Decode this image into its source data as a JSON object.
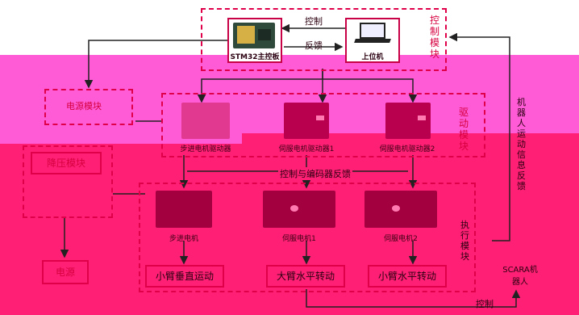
{
  "control_module": {
    "title": "控制模块",
    "mcu_label": "STM32主控板",
    "pc_label": "上位机",
    "control_arrow_label": "控制",
    "feedback_arrow_label": "反馈"
  },
  "power": {
    "module_label": "电源模块",
    "step_down_label": "降压模块",
    "source_label": "电源"
  },
  "drive_module": {
    "title": "驱动模块",
    "stepper_driver_label": "步进电机驱动器",
    "servo_driver_1_label": "伺服电机驱动器1",
    "servo_driver_2_label": "伺服电机驱动器2",
    "encoder_feedback_label": "控制与编码器反馈"
  },
  "execution_module": {
    "title": "执行模块",
    "stepper_motor_label": "步进电机",
    "servo_motor_1_label": "伺服电机1",
    "servo_motor_2_label": "伺服电机2",
    "forearm_vertical_label": "小臂垂直运动",
    "upper_arm_label": "大臂水平转动",
    "forearm_horizontal_label": "小臂水平转动"
  },
  "robot": {
    "label": "SCARA机器人",
    "motion_feedback_label": "机器人运动信息反馈",
    "bottom_control_label": "控制"
  },
  "colors": {
    "top_band": "#ff5bd6",
    "bottom_band": "#ff1f74",
    "accent": "#e0004a",
    "line": "#222222"
  }
}
